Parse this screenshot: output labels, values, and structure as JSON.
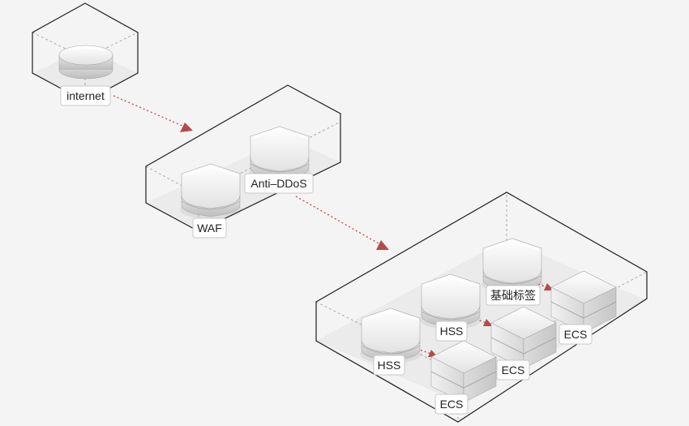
{
  "diagram": {
    "nodes": {
      "internet": {
        "label": "internet",
        "icon": "internet-router-icon"
      },
      "waf": {
        "label": "WAF",
        "icon": "shield-icon"
      },
      "anti_ddos": {
        "label": "Anti–DDoS",
        "icon": "shield-icon"
      },
      "hss_front": {
        "label": "HSS",
        "icon": "shield-icon"
      },
      "hss_mid": {
        "label": "HSS",
        "icon": "shield-icon"
      },
      "base_tag": {
        "label": "基础标签",
        "icon": "shield-icon"
      },
      "ecs_front": {
        "label": "ECS",
        "icon": "server-stack-icon"
      },
      "ecs_mid": {
        "label": "ECS",
        "icon": "server-stack-icon"
      },
      "ecs_back": {
        "label": "ECS",
        "icon": "server-stack-icon"
      }
    },
    "connections": [
      {
        "from": "internet",
        "to": "security-zone"
      },
      {
        "from": "anti_ddos",
        "to": "host-zone"
      },
      {
        "from": "hss_front",
        "to": "ecs_front"
      },
      {
        "from": "hss_mid",
        "to": "ecs_mid"
      },
      {
        "from": "base_tag",
        "to": "ecs_back"
      }
    ],
    "colors": {
      "background": "#f4f4f4",
      "connector": "#b54a4a",
      "zone_outline": "#1e1e1e",
      "zone_hidden_edge": "#a9a9a9"
    }
  }
}
